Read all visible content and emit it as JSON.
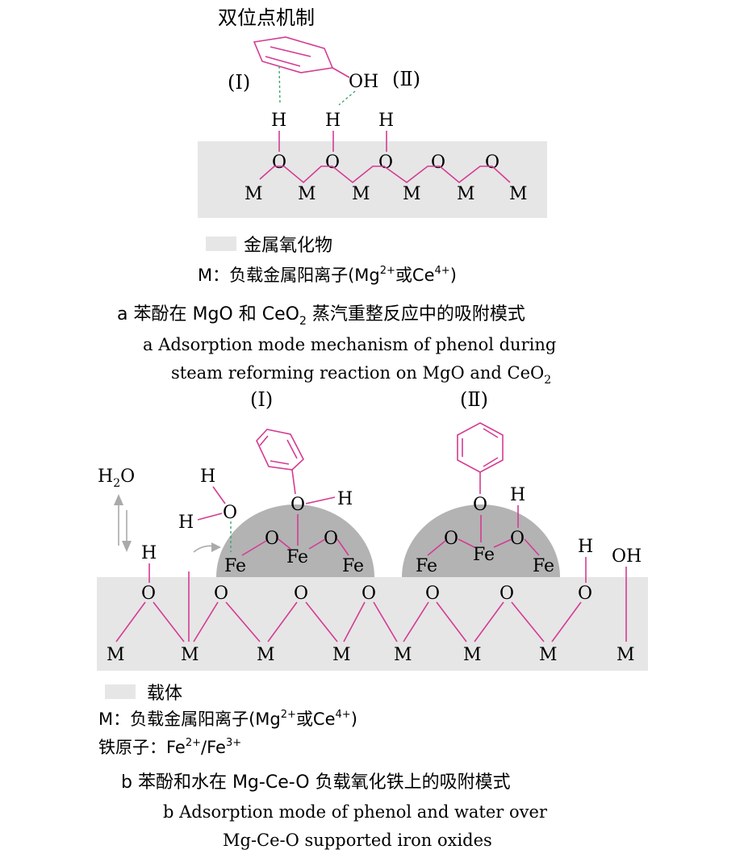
{
  "colors": {
    "bond": "#d43b93",
    "hbond": "#3aa86a",
    "oxide": "#e6e6e6",
    "iron": "#b3b3b3",
    "arrow": "#aaaaaa"
  },
  "panel_a": {
    "title": "双位点机制",
    "site1": "(Ⅰ)",
    "site2": "(Ⅱ)",
    "oh": "OH",
    "h": "H",
    "o": "O",
    "m": "M",
    "legend_oxide": "金属氧化物",
    "legend_m_prefix": "M：负载金属阳离子(Mg",
    "legend_m_sup1": "2+",
    "legend_m_mid": "或Ce",
    "legend_m_sup2": "4+",
    "legend_m_suffix": ")",
    "caption_cn_1": "a  苯酚在 MgO 和 CeO",
    "caption_cn_sub": "2",
    "caption_cn_2": " 蒸汽重整反应中的吸附模式",
    "caption_en_1": "a  Adsorption mode mechanism of phenol during",
    "caption_en_2a": "steam reforming reaction on MgO and CeO",
    "caption_en_2sub": "2"
  },
  "panel_b": {
    "site1": "(Ⅰ)",
    "site2": "(Ⅱ)",
    "h2o_1": "H",
    "h2o_sub": "2",
    "h2o_2": "O",
    "h": "H",
    "o": "O",
    "oh": "OH",
    "fe": "Fe",
    "m": "M",
    "legend_support": "载体",
    "legend_m_prefix": "M：负载金属阳离子(Mg",
    "legend_m_sup1": "2+",
    "legend_m_mid": "或Ce",
    "legend_m_sup2": "4+",
    "legend_m_suffix": ")",
    "legend_fe_prefix": "铁原子：Fe",
    "legend_fe_sup1": "2+",
    "legend_fe_mid": "/Fe",
    "legend_fe_sup2": "3+",
    "caption_cn": "b  苯酚和水在 Mg-Ce-O 负载氧化铁上的吸附模式",
    "caption_en_1": "b  Adsorption mode of phenol and water over",
    "caption_en_2": "Mg-Ce-O supported iron oxides"
  }
}
